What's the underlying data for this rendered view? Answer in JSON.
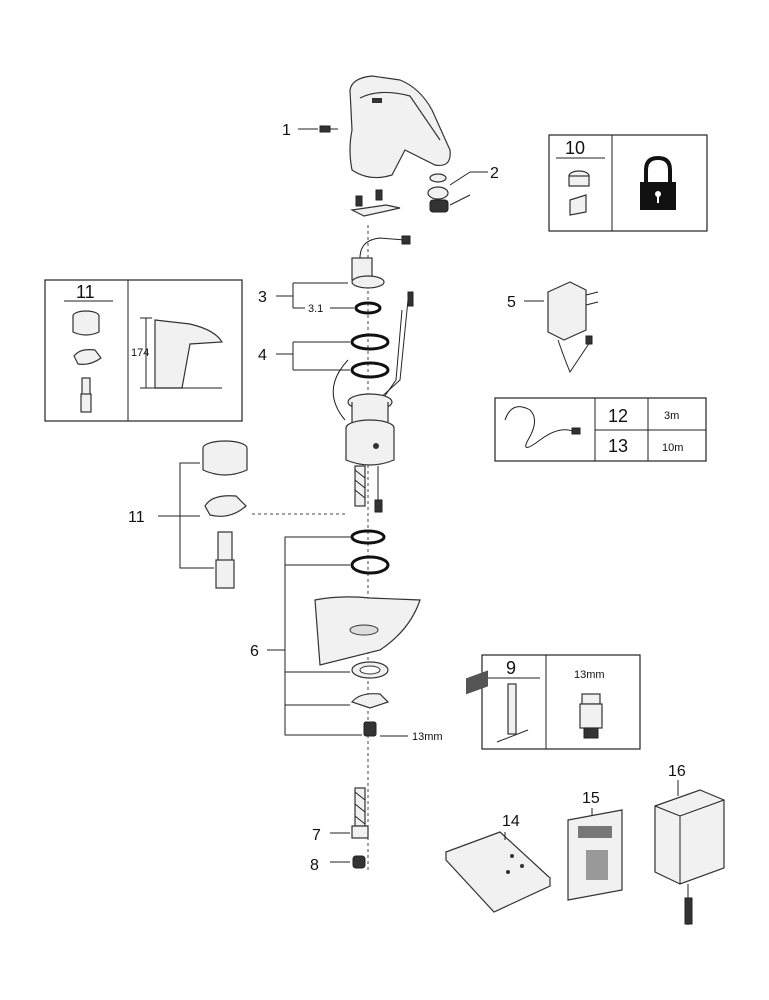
{
  "callouts": {
    "p1": "1",
    "p2": "2",
    "p3": "3",
    "p3_1": "3.1",
    "p4": "4",
    "p5": "5",
    "p6": "6",
    "p7": "7",
    "p8": "8",
    "p11_left": "11",
    "p13mm_side": "13mm",
    "p14": "14",
    "p15": "15",
    "p16": "16"
  },
  "box10": {
    "label": "10",
    "icon": "padlock-icon"
  },
  "box11": {
    "label": "11",
    "dimension": "174"
  },
  "box12_13": {
    "row1_label": "12",
    "row1_value": "3m",
    "row2_label": "13",
    "row2_value": "10m"
  },
  "box9": {
    "label": "9",
    "tool_size": "13mm"
  }
}
